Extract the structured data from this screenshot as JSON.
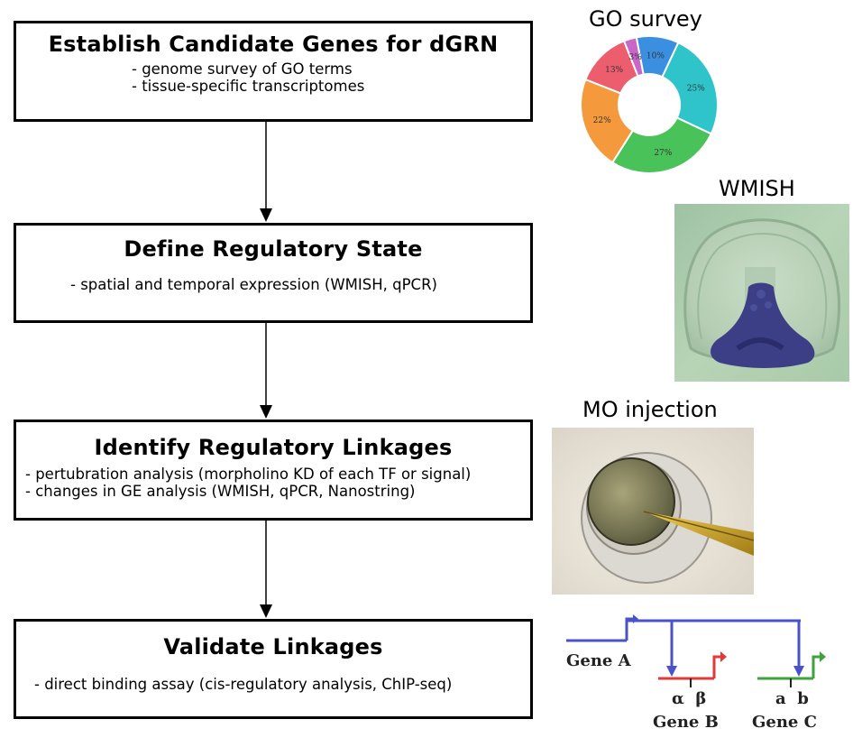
{
  "steps": [
    {
      "title": "Establish Candidate Genes for dGRN",
      "lines": [
        "- genome survey of GO terms",
        "- tissue-specific transcriptomes"
      ]
    },
    {
      "title": "Define Regulatory State",
      "lines": [
        "- spatial and temporal expression (WMISH, qPCR)"
      ]
    },
    {
      "title": "Identify Regulatory Linkages",
      "lines": [
        "- pertubration analysis (morpholino KD of each TF or signal)",
        "- changes in GE analysis (WMISH, qPCR, Nanostring)"
      ]
    },
    {
      "title": "Validate Linkages",
      "lines": [
        "- direct binding assay (cis-regulatory analysis, ChIP-seq)"
      ]
    }
  ],
  "panels": {
    "go_survey": {
      "caption": "GO survey"
    },
    "wmish": {
      "caption": "WMISH"
    },
    "mo_injection": {
      "caption": "MO injection"
    }
  },
  "chart_data": {
    "type": "pie",
    "title": "GO survey",
    "categories": [
      "",
      "",
      "",
      "",
      ""
    ],
    "values": [
      10,
      25,
      27,
      22,
      13,
      3
    ],
    "labels": [
      "10%",
      "25%",
      "27%",
      "22%",
      "13%",
      "3%"
    ],
    "colors": [
      "#3a8fe0",
      "#2ec4c9",
      "#49c25a",
      "#f59a3c",
      "#ec5e6e",
      "#c867c7"
    ]
  },
  "gene_diagram": {
    "gene_a": "Gene A",
    "gene_b": "Gene B",
    "gene_c": "Gene C",
    "gene_b_sites": "α  β",
    "gene_c_sites": "a  b",
    "colors": {
      "a": "#4a52c8",
      "b": "#e03a3a",
      "c": "#3ea23e"
    }
  }
}
